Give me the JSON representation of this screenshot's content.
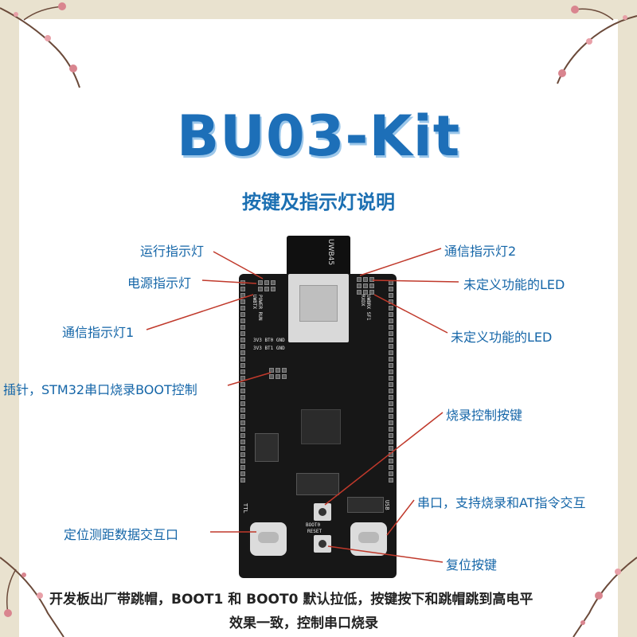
{
  "title": "BU03-Kit",
  "subtitle": "按键及指示灯说明",
  "labels": {
    "run_led": "运行指示灯",
    "power_led": "电源指示灯",
    "comm_led1": "通信指示灯1",
    "boot_pins": "插针，STM32串口烧录BOOT控制",
    "positioning_port": "定位测距数据交互口",
    "comm_led2": "通信指示灯2",
    "undefined_led_1": "未定义功能的LED",
    "undefined_led_2": "未定义功能的LED",
    "burn_button": "烧录控制按键",
    "serial_port": "串口，支持烧录和AT指令交互",
    "reset_button": "复位按键"
  },
  "board_silk": {
    "module": "UWB45",
    "left_leds": "POWER RUN UWBTX",
    "right_leds": "UWBRX SF1 RXDX",
    "boot_row1": "3V3 BT0 GND",
    "boot_row2": "3V3 BT1 GND",
    "ttl": "TTL",
    "usb": "USB",
    "boot0": "BOOT0",
    "reset": "RESET"
  },
  "notes": {
    "line1": "开发板出厂带跳帽，BOOT1 和 BOOT0 默认拉低，按键按下和跳帽跳到高电平",
    "line2": "效果一致，控制串口烧录"
  },
  "colors": {
    "label_blue": "#1566a8",
    "title_blue": "#1d6fb8",
    "leader_red": "#c0392b",
    "frame_bg": "#e9e2cf",
    "board": "#171717"
  }
}
